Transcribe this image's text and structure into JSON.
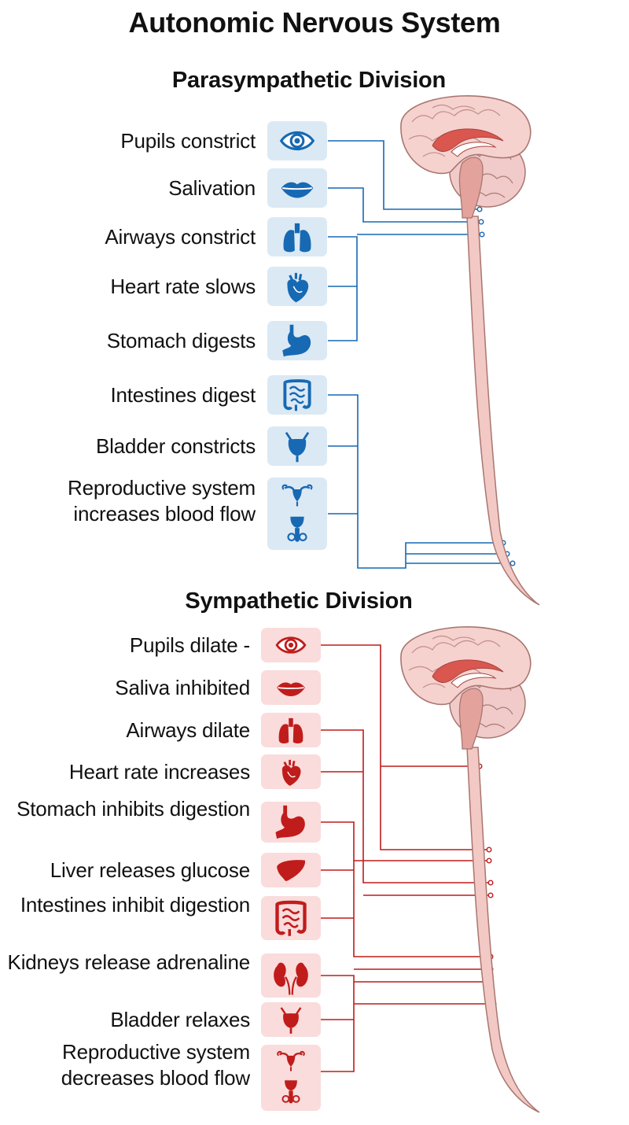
{
  "title": "Autonomic Nervous System",
  "colors": {
    "parasympathetic": "#1769b3",
    "sympathetic": "#c01c1c",
    "parasympathetic_bg": "#dbe9f5",
    "sympathetic_bg": "#f9dcdb",
    "spinal_cord": "#f2c9c4"
  },
  "parasympathetic": {
    "title": "Parasympathetic Division",
    "items": [
      {
        "label": "Pupils constrict",
        "icon": "eye-icon"
      },
      {
        "label": "Salivation",
        "icon": "lips-icon"
      },
      {
        "label": "Airways constrict",
        "icon": "lungs-icon"
      },
      {
        "label": "Heart rate slows",
        "icon": "heart-icon"
      },
      {
        "label": "Stomach digests",
        "icon": "stomach-icon"
      },
      {
        "label": "Intestines digest",
        "icon": "intestines-icon"
      },
      {
        "label": "Bladder constricts",
        "icon": "bladder-icon"
      },
      {
        "label": "Reproductive system increases blood flow",
        "icon": "reproductive-icon"
      }
    ]
  },
  "sympathetic": {
    "title": "Sympathetic Division",
    "items": [
      {
        "label": "Pupils dilate -",
        "icon": "eye-icon"
      },
      {
        "label": "Saliva inhibited",
        "icon": "lips-icon"
      },
      {
        "label": "Airways dilate",
        "icon": "lungs-icon"
      },
      {
        "label": "Heart rate increases",
        "icon": "heart-icon"
      },
      {
        "label": "Stomach inhibits digestion",
        "icon": "stomach-icon"
      },
      {
        "label": "Liver releases glucose",
        "icon": "liver-icon"
      },
      {
        "label": "Intestines inhibit digestion",
        "icon": "intestines-icon"
      },
      {
        "label": "Kidneys release adrenaline",
        "icon": "kidneys-icon"
      },
      {
        "label": "Bladder relaxes",
        "icon": "bladder-icon"
      },
      {
        "label": "Reproductive system decreases blood flow",
        "icon": "reproductive-icon"
      }
    ]
  }
}
